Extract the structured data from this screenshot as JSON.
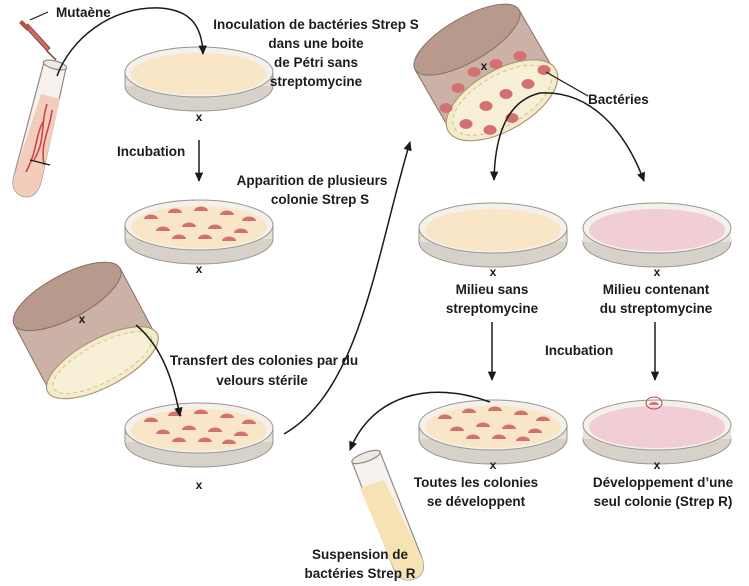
{
  "labels": {
    "mutagen": "Mutaène",
    "inoculation_1": "Inoculation de bactéries Strep S",
    "inoculation_2": "dans une boite",
    "inoculation_3": "de Pétri sans",
    "inoculation_4": "streptomycine",
    "incubation_left": "Incubation",
    "colonies_1": "Apparition de plusieurs",
    "colonies_2": "colonie Strep S",
    "transfer_1": "Transfert des colonies par du",
    "transfer_2": "velours stérile",
    "bacteria": "Bactéries",
    "medium_without_1": "Milieu sans",
    "medium_without_2": "streptomycine",
    "medium_with_1": "Milieu contenant",
    "medium_with_2": "du streptomycine",
    "incubation_right": "Incubation",
    "all_colonies_1": "Toutes les colonies",
    "all_colonies_2": "se développent",
    "single_colony_1": "Développement d’une",
    "single_colony_2": "seul colonie (Strep R)",
    "suspension_1": "Suspension de",
    "suspension_2": "bactéries Strep R"
  },
  "marks": {
    "cross": "x"
  },
  "colors": {
    "agar": "#f8e6c6",
    "agar_streptomycin": "#f1cdd6",
    "colony": "#d46f72",
    "velvet_handle": "#ccb2a6",
    "velvet_pad": "#f4ebc8",
    "tube_liquid": "#f2cdbc",
    "suspension_liquid": "#f6e3b3",
    "arrow": "#1a1a1a"
  }
}
